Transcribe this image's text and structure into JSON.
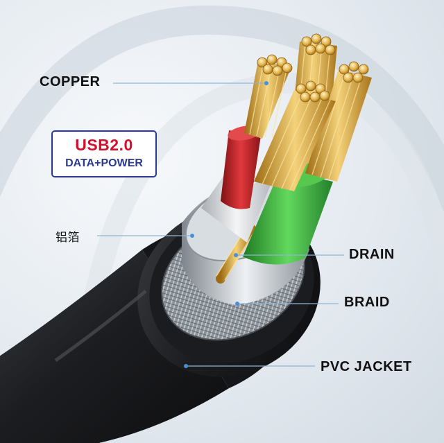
{
  "diagram": {
    "labels": {
      "copper": "COPPER",
      "foil": "铝箔",
      "drain": "DRAIN",
      "braid": "BRAID",
      "jacket": "PVC JACKET"
    },
    "badge": {
      "title": "USB2.0",
      "subtitle": "DATA+POWER"
    }
  },
  "colors": {
    "jacket": "#1c1d20",
    "copper": "#d9a53a",
    "red_wire": "#c8262b",
    "green_wire": "#3bb43c",
    "white_wire": "#d9dcdf",
    "foil": "#b9c0c7",
    "leader_line": "#8fb4d4",
    "badge_border": "#2b3a8c",
    "badge_title": "#d2102c"
  }
}
